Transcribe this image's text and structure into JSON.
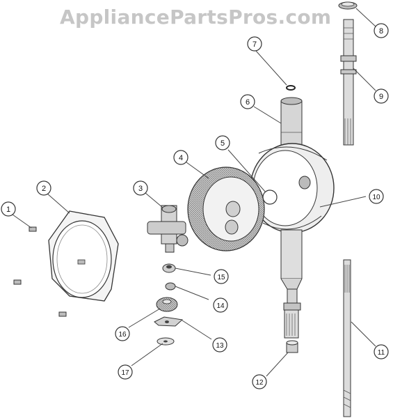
{
  "watermark": "AppliancePartsPros.com",
  "callouts": [
    {
      "id": "callout-1",
      "label": "1"
    },
    {
      "id": "callout-2",
      "label": "2"
    },
    {
      "id": "callout-3",
      "label": "3"
    },
    {
      "id": "callout-4",
      "label": "4"
    },
    {
      "id": "callout-5",
      "label": "5"
    },
    {
      "id": "callout-6",
      "label": "6"
    },
    {
      "id": "callout-7",
      "label": "7"
    },
    {
      "id": "callout-8",
      "label": "8"
    },
    {
      "id": "callout-9",
      "label": "9"
    },
    {
      "id": "callout-10",
      "label": "10"
    },
    {
      "id": "callout-11",
      "label": "11"
    },
    {
      "id": "callout-12",
      "label": "12"
    },
    {
      "id": "callout-13",
      "label": "13"
    },
    {
      "id": "callout-14",
      "label": "14"
    },
    {
      "id": "callout-15",
      "label": "15"
    },
    {
      "id": "callout-16",
      "label": "16"
    },
    {
      "id": "callout-17",
      "label": "17"
    }
  ]
}
